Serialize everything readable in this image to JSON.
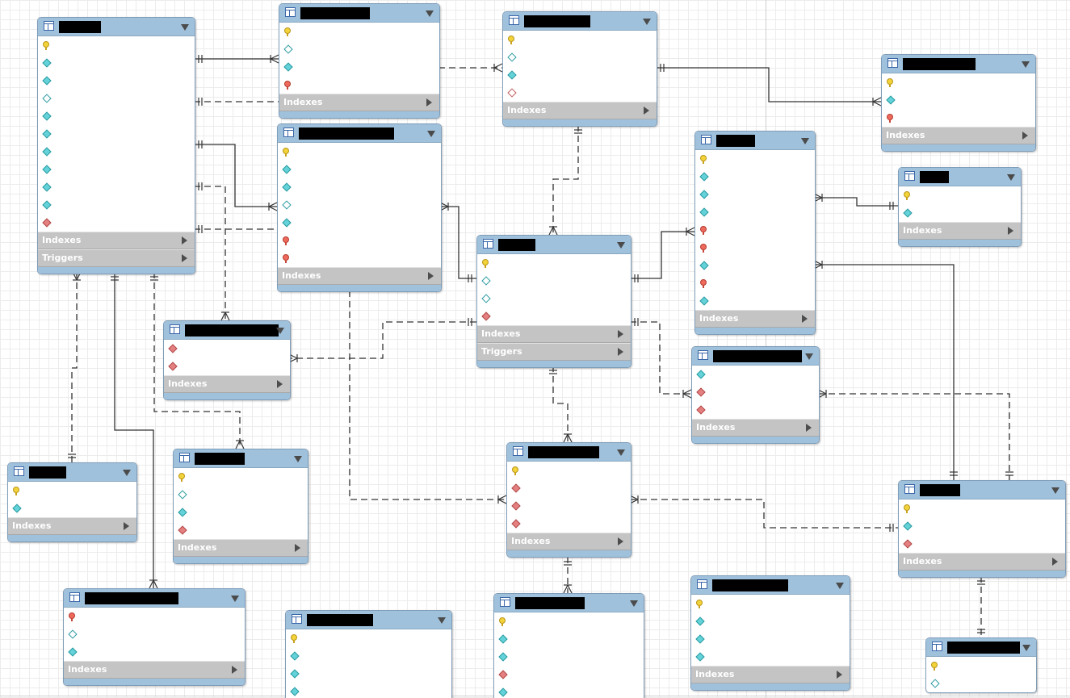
{
  "diagram": {
    "tables": [
      {
        "id": "t1",
        "columns": [
          "pk",
          "nn",
          "nn",
          "col",
          "nn",
          "nn",
          "nn",
          "nn",
          "nn",
          "nn",
          "fkn"
        ],
        "sections": [
          "Indexes",
          "Triggers"
        ]
      },
      {
        "id": "t2",
        "columns": [
          "pk",
          "col",
          "nn",
          "fk"
        ],
        "sections": [
          "Indexes"
        ]
      },
      {
        "id": "t3",
        "columns": [
          "pk",
          "col",
          "nn",
          "fkc"
        ],
        "sections": [
          "Indexes"
        ]
      },
      {
        "id": "t4",
        "columns": [
          "pk",
          "nn",
          "fk"
        ],
        "sections": [
          "Indexes"
        ]
      },
      {
        "id": "t5",
        "columns": [
          "pk",
          "nn",
          "nn",
          "col",
          "nn",
          "fk",
          "fk"
        ],
        "sections": [
          "Indexes"
        ]
      },
      {
        "id": "t6",
        "columns": [
          "pk",
          "nn",
          "nn",
          "nn",
          "fk",
          "fk",
          "nn",
          "fk",
          "nn"
        ],
        "sections": [
          "Indexes"
        ]
      },
      {
        "id": "t7",
        "columns": [
          "pk",
          "nn"
        ],
        "sections": [
          "Indexes"
        ]
      },
      {
        "id": "t8",
        "columns": [
          "pk",
          "col",
          "col",
          "fkn"
        ],
        "sections": [
          "Indexes",
          "Triggers"
        ]
      },
      {
        "id": "t9",
        "columns": [
          "fkn",
          "fkn"
        ],
        "sections": [
          "Indexes"
        ]
      },
      {
        "id": "t10",
        "columns": [
          "nn",
          "fkn",
          "fkn"
        ],
        "sections": [
          "Indexes"
        ]
      },
      {
        "id": "t11",
        "columns": [
          "pk",
          "nn"
        ],
        "sections": [
          "Indexes"
        ]
      },
      {
        "id": "t12",
        "columns": [
          "pk",
          "col",
          "nn",
          "fkn"
        ],
        "sections": [
          "Indexes"
        ]
      },
      {
        "id": "t13",
        "columns": [
          "pk",
          "fkn",
          "fkn",
          "fkn"
        ],
        "sections": [
          "Indexes"
        ]
      },
      {
        "id": "t14",
        "columns": [
          "pk",
          "nn",
          "fkn"
        ],
        "sections": [
          "Indexes"
        ]
      },
      {
        "id": "t15",
        "columns": [
          "fk",
          "col",
          "nn"
        ],
        "sections": [
          "Indexes"
        ]
      },
      {
        "id": "t16",
        "columns": [
          "pk",
          "nn",
          "nn",
          "nn",
          "nn"
        ],
        "sections": []
      },
      {
        "id": "t17",
        "columns": [
          "pk",
          "nn",
          "nn",
          "fkn",
          "nn"
        ],
        "sections": []
      },
      {
        "id": "t18",
        "columns": [
          "pk",
          "nn",
          "nn",
          "nn"
        ],
        "sections": [
          "Indexes"
        ]
      },
      {
        "id": "t19",
        "columns": [
          "pk",
          "col"
        ],
        "sections": []
      }
    ]
  },
  "colors": {
    "header": "#9fc1dc",
    "section": "#c4c4c4",
    "line": "#333333"
  },
  "icons": {
    "table": "table-icon",
    "toggle": "chevron-down-icon",
    "expand": "arrow-right-icon",
    "primary_key": "key-icon",
    "foreign_key": "foreign-key-icon",
    "column": "diamond-icon"
  }
}
